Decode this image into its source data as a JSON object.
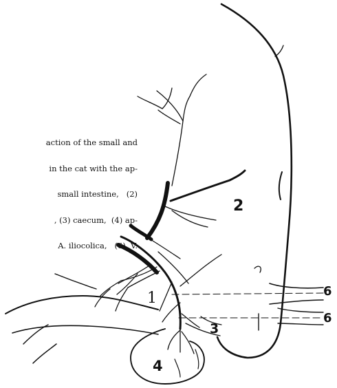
{
  "caption": {
    "lines": [
      "action of the small and",
      "in the cat with the ap-",
      "small intestine,   (2)",
      ", (3) caecum,  (4) ap-",
      "A. iliocolica,   (6)  V."
    ]
  },
  "labels": {
    "l1": "1",
    "l2": "2",
    "l3": "3",
    "l4": "4",
    "l6a": "6",
    "l6b": "6"
  },
  "colors": {
    "ink": "#111111",
    "paper": "#ffffff"
  }
}
